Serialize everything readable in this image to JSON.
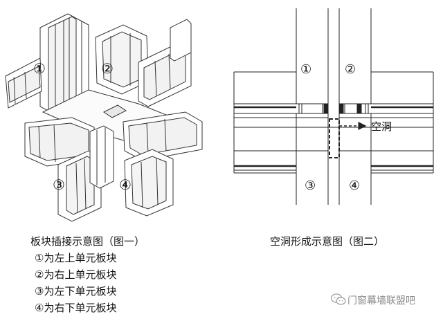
{
  "figure1": {
    "caption": "板块插接示意图（图一）",
    "labels": [
      "①",
      "②",
      "③",
      "④"
    ],
    "legend": [
      "①为左上单元板块",
      "②为右上单元板块",
      "③为左下单元板块",
      "④为右下单元板块"
    ]
  },
  "figure2": {
    "caption": "空洞形成示意图（图二）",
    "labels": [
      "①",
      "②",
      "③",
      "④"
    ],
    "annotation": "空洞"
  },
  "watermark": {
    "text": "门窗幕墙联盟吧",
    "icon": "wechat-icon"
  },
  "colors": {
    "line": "#222222",
    "fill": "#ffffff"
  }
}
